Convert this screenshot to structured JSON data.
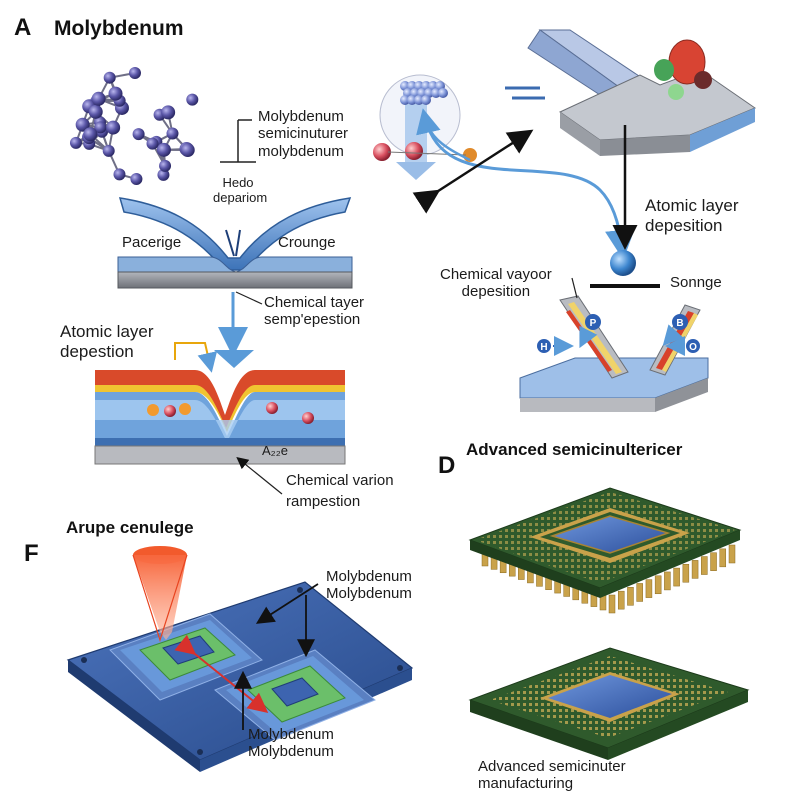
{
  "panels": {
    "A": {
      "letter": "A",
      "title": "Molybdenum",
      "label_structure": [
        "Molybdenum",
        "semicinuturer",
        "molybdenum"
      ],
      "label_hedo": [
        "Hedo",
        "depariom"
      ],
      "label_left": "Pacerige",
      "label_right": "Crounge",
      "label_chem_layer": [
        "Chemical tayer",
        "semp'epestion"
      ],
      "label_ald": [
        "Atomic layer",
        "depestion"
      ],
      "label_substrate": "A₂₂e",
      "label_chem_varion": [
        "Chemical varion",
        "rampestion"
      ]
    },
    "B": {
      "label_ald": [
        "Atomic layer",
        "depesition"
      ],
      "label_cvd": [
        "Chemical vayoor",
        "depesition"
      ],
      "label_sonnge": "Sonnge",
      "marker_p": "P",
      "marker_h": "H",
      "marker_b": "B",
      "marker_o": "O"
    },
    "D": {
      "letter": "D",
      "title": "Advanced semicinultericer",
      "caption": [
        "Advanced semicinuter",
        "manufacturing"
      ]
    },
    "F": {
      "letter": "F",
      "title": "Arupe cenulege",
      "label_top": [
        "Molybdenum",
        "Molybdenum"
      ],
      "label_bottom": [
        "Molybdenum",
        "Molybdenum"
      ]
    }
  },
  "colors": {
    "molybdenum_atom": "#5b57a8",
    "bond": "#6f6f86",
    "wafer_blue": "#3a5fa5",
    "pcb_green": "#2f5a2c",
    "gold": "#c9a24a",
    "laser_red": "#e8431f",
    "arrow_blue": "#5a9bd8",
    "layer_red": "#d94a2a",
    "layer_yellow": "#f0c431"
  },
  "icons": [
    "molecule-icon",
    "laser-cone-icon",
    "chip-icon"
  ]
}
